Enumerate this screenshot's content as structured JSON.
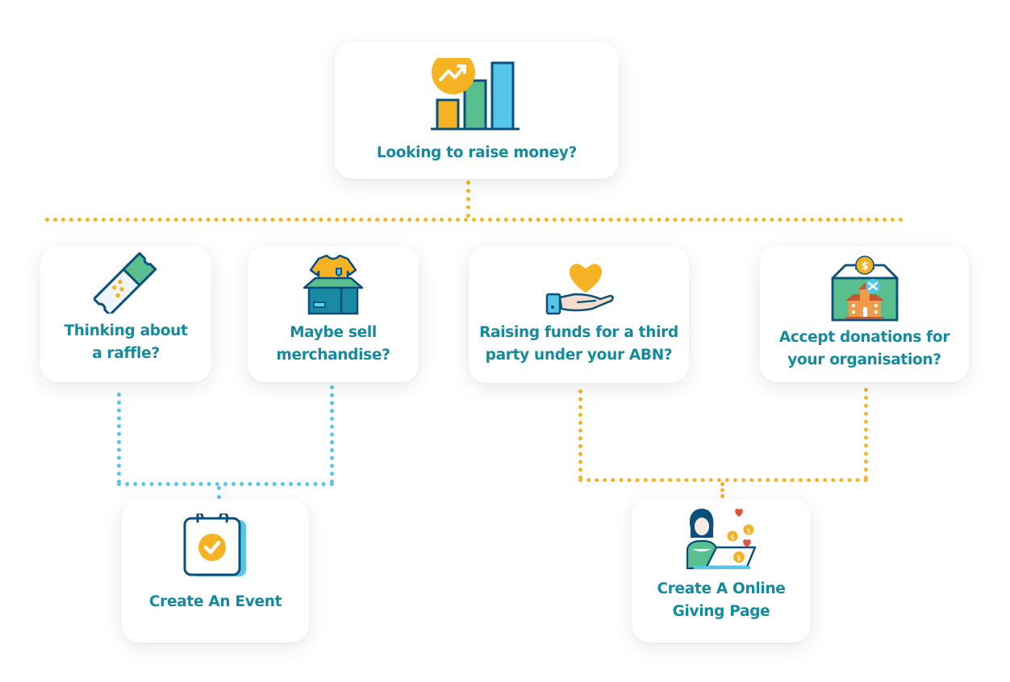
{
  "diagram": {
    "root": {
      "label": "Looking to raise money?",
      "icon": "bar-chart-growth-icon"
    },
    "options": [
      {
        "id": "raffle",
        "label": "Thinking about\na raffle?",
        "icon": "raffle-ticket-icon",
        "leads_to": "event"
      },
      {
        "id": "merchandise",
        "label": "Maybe sell\nmerchandise?",
        "icon": "tshirt-box-icon",
        "leads_to": "event"
      },
      {
        "id": "third-party",
        "label": "Raising funds for a third\nparty under your ABN?",
        "icon": "hand-heart-icon",
        "leads_to": "giving"
      },
      {
        "id": "donations",
        "label": "Accept donations for\nyour organisation?",
        "icon": "donation-box-icon",
        "leads_to": "giving"
      }
    ],
    "outcomes": [
      {
        "id": "event",
        "label": "Create An Event",
        "icon": "calendar-check-icon"
      },
      {
        "id": "giving",
        "label": "Create A Online\nGiving Page",
        "icon": "online-giving-icon"
      }
    ]
  },
  "colors": {
    "text": "#138a9e",
    "connector_primary": "#f5b324",
    "connector_event": "#55c6e6",
    "navy": "#0b4f7c",
    "green": "#5abf8e",
    "yellow": "#f5b324",
    "cyan": "#55c6e6"
  }
}
